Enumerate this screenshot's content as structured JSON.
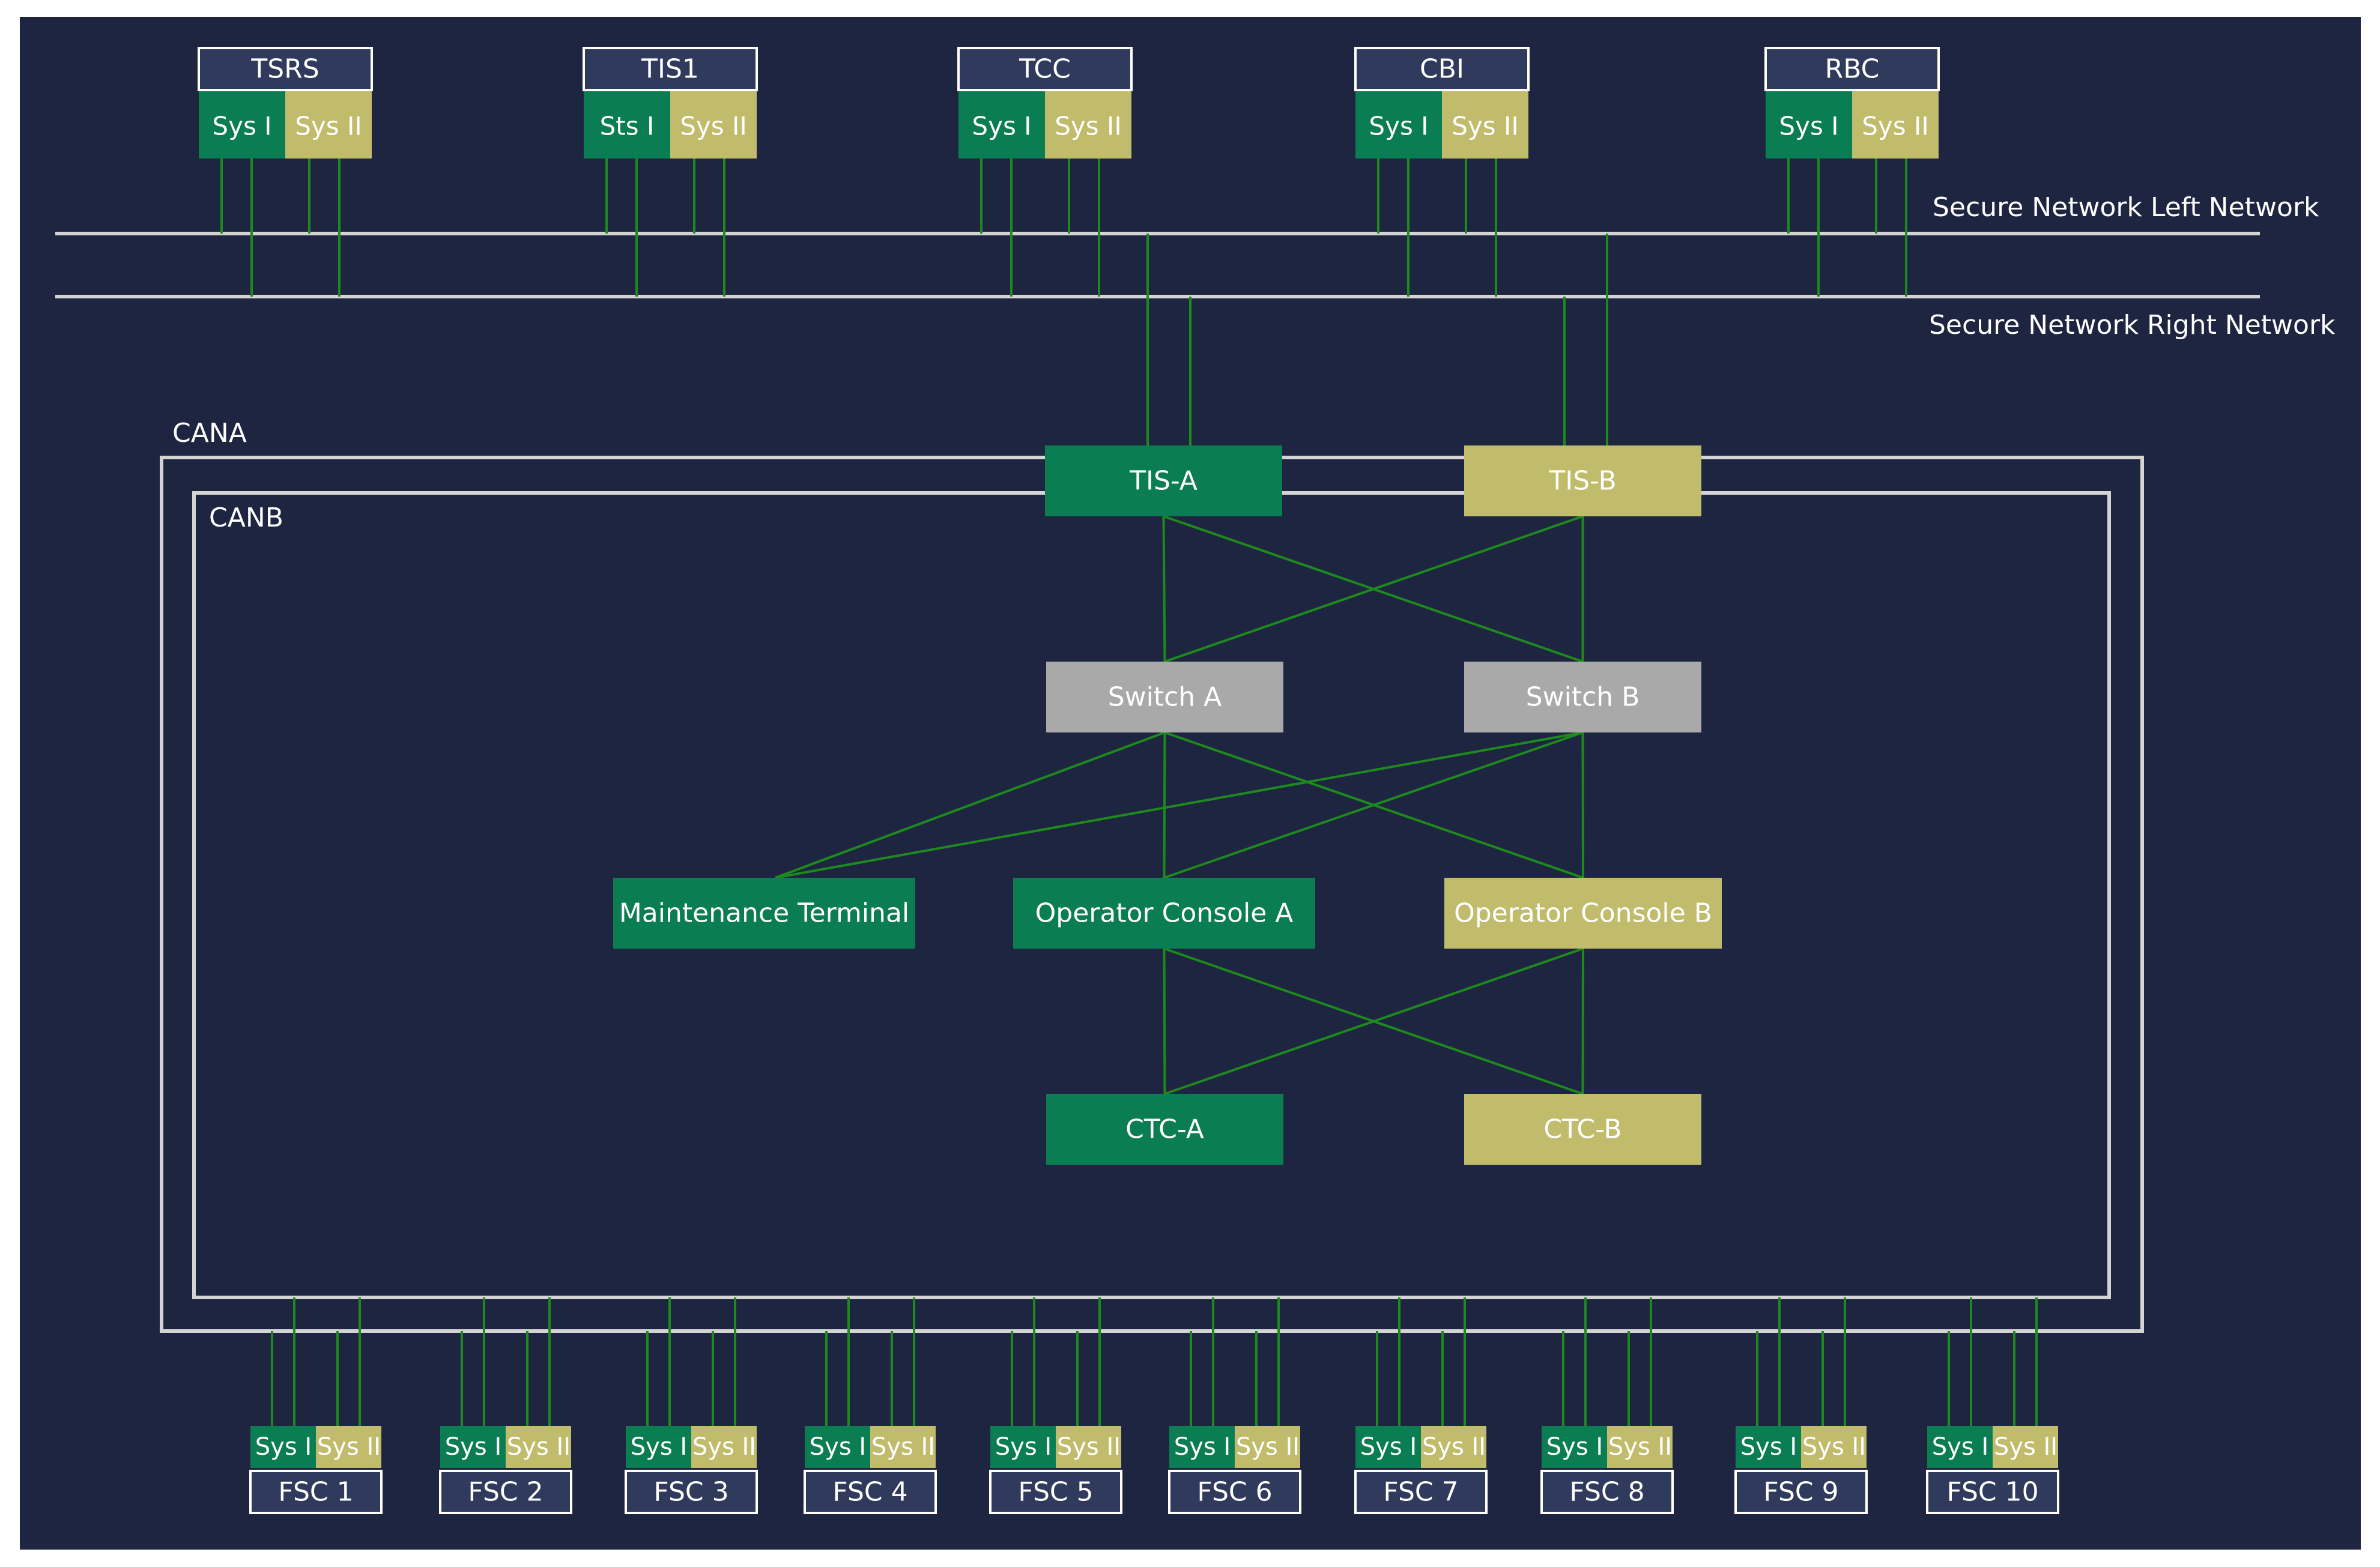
{
  "colors": {
    "background": "#1e2540",
    "frame": "#ffffff",
    "green": "#0a7e52",
    "tan": "#c1bb6c",
    "grey": "#a9a9a9",
    "link": "#1d8a1d",
    "net_line": "#d4d4d4",
    "label_box": "#2f3a5c",
    "text": "#ffffff"
  },
  "systems": [
    {
      "name": "TSRS",
      "sys1": "Sys I",
      "sys2": "Sys II"
    },
    {
      "name": "TIS1",
      "sys1": "Sts I",
      "sys2": "Sys II"
    },
    {
      "name": "TCC",
      "sys1": "Sys I",
      "sys2": "Sys II"
    },
    {
      "name": "CBI",
      "sys1": "Sys I",
      "sys2": "Sys II"
    },
    {
      "name": "RBC",
      "sys1": "Sys I",
      "sys2": "Sys II"
    }
  ],
  "networks": {
    "left": "Secure Network Left Network",
    "right": "Secure Network Right Network"
  },
  "can_labels": {
    "outer": "CANA",
    "inner": "CANB"
  },
  "nodes": {
    "tis_a": "TIS-A",
    "tis_b": "TIS-B",
    "switch_a": "Switch A",
    "switch_b": "Switch B",
    "maintenance": "Maintenance Terminal",
    "console_a": "Operator Console A",
    "console_b": "Operator Console B",
    "ctc_a": "CTC-A",
    "ctc_b": "CTC-B"
  },
  "fsc": [
    {
      "name": "FSC 1",
      "sys1": "Sys I",
      "sys2": "Sys II"
    },
    {
      "name": "FSC 2",
      "sys1": "Sys I",
      "sys2": "Sys II"
    },
    {
      "name": "FSC 3",
      "sys1": "Sys I",
      "sys2": "Sys II"
    },
    {
      "name": "FSC 4",
      "sys1": "Sys I",
      "sys2": "Sys II"
    },
    {
      "name": "FSC 5",
      "sys1": "Sys I",
      "sys2": "Sys II"
    },
    {
      "name": "FSC 6",
      "sys1": "Sys I",
      "sys2": "Sys II"
    },
    {
      "name": "FSC 7",
      "sys1": "Sys I",
      "sys2": "Sys II"
    },
    {
      "name": "FSC 8",
      "sys1": "Sys I",
      "sys2": "Sys II"
    },
    {
      "name": "FSC 9",
      "sys1": "Sys I",
      "sys2": "Sys II"
    },
    {
      "name": "FSC 10",
      "sys1": "Sys I",
      "sys2": "Sys II"
    }
  ]
}
